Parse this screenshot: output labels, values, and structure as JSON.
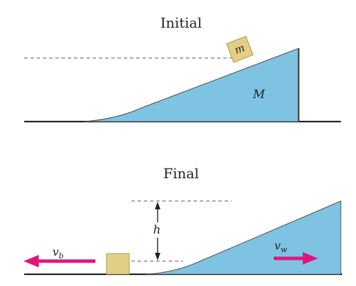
{
  "initial": {
    "caption": "Initial",
    "block_label": "m",
    "wedge_label": "M"
  },
  "final": {
    "caption": "Final",
    "height_label": "h",
    "block_velocity_label": "v",
    "block_velocity_subscript": "b",
    "wedge_velocity_label": "v",
    "wedge_velocity_subscript": "w"
  },
  "colors": {
    "wedge_fill": "#7ec3e2",
    "wedge_edge": "#4d4d4d",
    "block_fill": "#e3cf83",
    "arrow": "#e0157a",
    "dashed_line": "#777777",
    "ground": "#222222"
  }
}
